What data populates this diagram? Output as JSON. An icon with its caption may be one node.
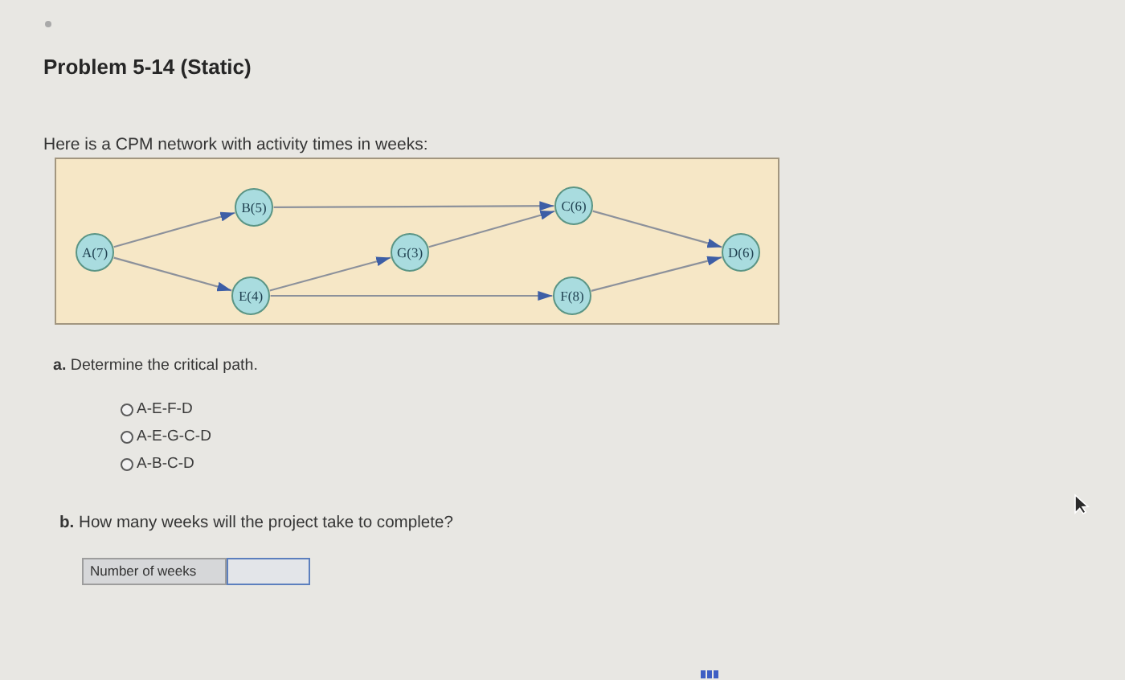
{
  "diagram": {
    "title": "Problem 5-14 (Static)",
    "nodes": [
      {
        "text": [
          "A(7)"
        ]
      },
      {
        "text": [
          "B(5)"
        ]
      },
      {
        "text": [
          "E(4)"
        ]
      },
      {
        "text": [
          "G(3)"
        ]
      },
      {
        "text": [
          "C(6)"
        ]
      },
      {
        "text": [
          "F(8)"
        ]
      },
      {
        "text": [
          "D(6)"
        ]
      }
    ],
    "edges": [
      {
        "from": 0,
        "to": 1,
        "arrow": "to"
      },
      {
        "from": 0,
        "to": 2,
        "arrow": "to"
      },
      {
        "from": 1,
        "to": 4,
        "arrow": "to"
      },
      {
        "from": 2,
        "to": 3,
        "arrow": "to"
      },
      {
        "from": 2,
        "to": 5,
        "arrow": "to"
      },
      {
        "from": 3,
        "to": 4,
        "arrow": "to"
      },
      {
        "from": 4,
        "to": 6,
        "arrow": "to"
      },
      {
        "from": 5,
        "to": 6,
        "arrow": "to"
      }
    ],
    "labels": [
      "Here is a CPM network with activity times in weeks:",
      "**a.** Determine the critical path.",
      "A-E-F-D",
      "A-E-G-C-D",
      "A-B-C-D",
      "**b.** How many weeks will the project take to complete?",
      "Number of weeks"
    ]
  }
}
